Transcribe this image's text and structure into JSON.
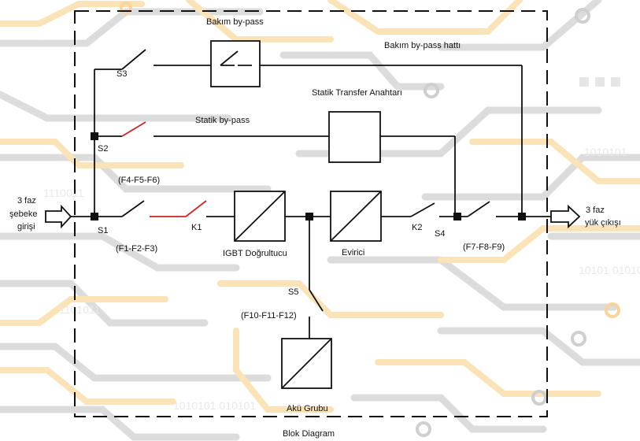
{
  "title": "Blok Diagram",
  "labels": {
    "bakim_bypass": "Bakım by-pass",
    "bakim_bypass_hatti": "Bakım by-pass hattı",
    "statik_transfer": "Statik Transfer Anahtarı",
    "statik_bypass": "Statik by-pass",
    "s1": "S1",
    "s2": "S2",
    "s3": "S3",
    "s4": "S4",
    "s5": "S5",
    "k1": "K1",
    "k2": "K2",
    "fuse_s2": "(F4-F5-F6)",
    "fuse_s1": "(F1-F2-F3)",
    "fuse_s4": "(F7-F8-F9)",
    "fuse_s5": "(F10-F11-F12)",
    "rectifier": "IGBT Doğrultucu",
    "inverter": "Evirici",
    "battery": "Akü Grubu",
    "input_line1": "3 faz",
    "input_line2": "şebeke",
    "input_line3": "girişi",
    "output_line1": "3 faz",
    "output_line2": "yük çıkışı"
  },
  "colors": {
    "line": "#111111",
    "red": "#cc2222",
    "bg_gray": "#d9d9d9",
    "bg_orange": "#fbe3b8"
  }
}
